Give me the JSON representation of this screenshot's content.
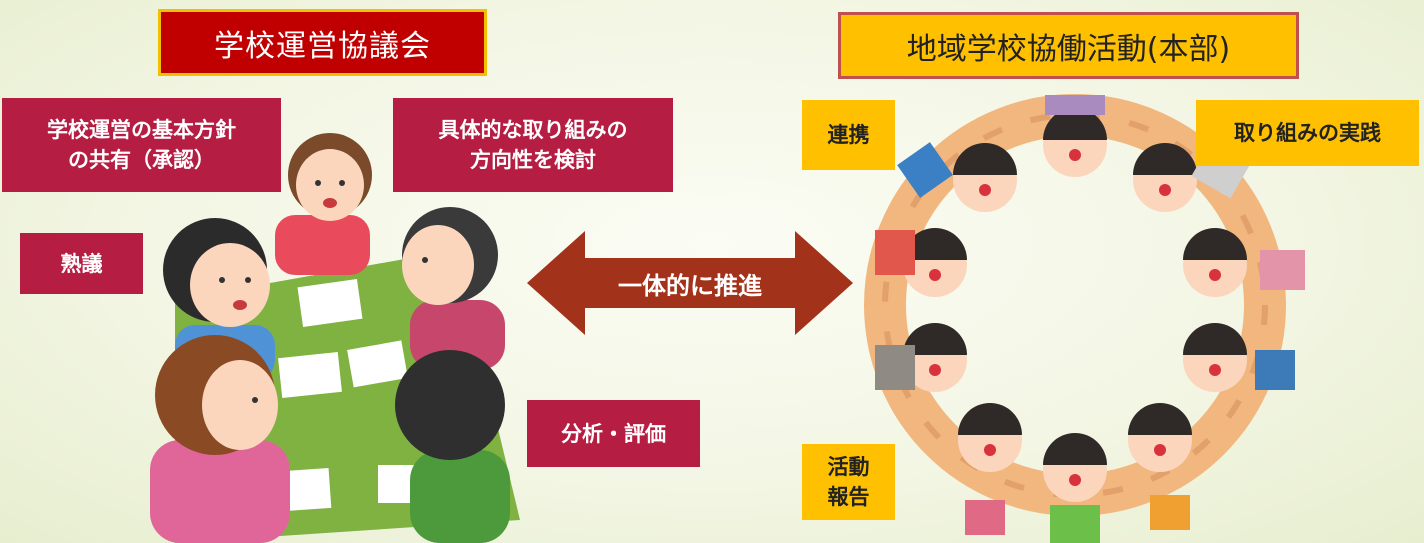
{
  "left": {
    "title": "学校運営協議会",
    "box_policy": "学校運営の基本方針\nの共有（承認）",
    "box_direction": "具体的な取り組みの\n方向性を検討",
    "box_deliberation": "熟議",
    "box_analysis": "分析・評価"
  },
  "center": {
    "arrow_label": "一体的に推進"
  },
  "right": {
    "title": "地域学校協働活動(本部)",
    "box_cooperation": "連携",
    "box_practice": "取り組みの実践",
    "box_report": "活動\n報告"
  },
  "colors": {
    "left_title_bg": "#c00000",
    "left_title_border": "#f2c000",
    "right_title_bg": "#ffc000",
    "right_title_border": "#c0504d",
    "crimson_box": "#b51d43",
    "yellow_box": "#ffc000",
    "arrow": "#a3321a"
  }
}
